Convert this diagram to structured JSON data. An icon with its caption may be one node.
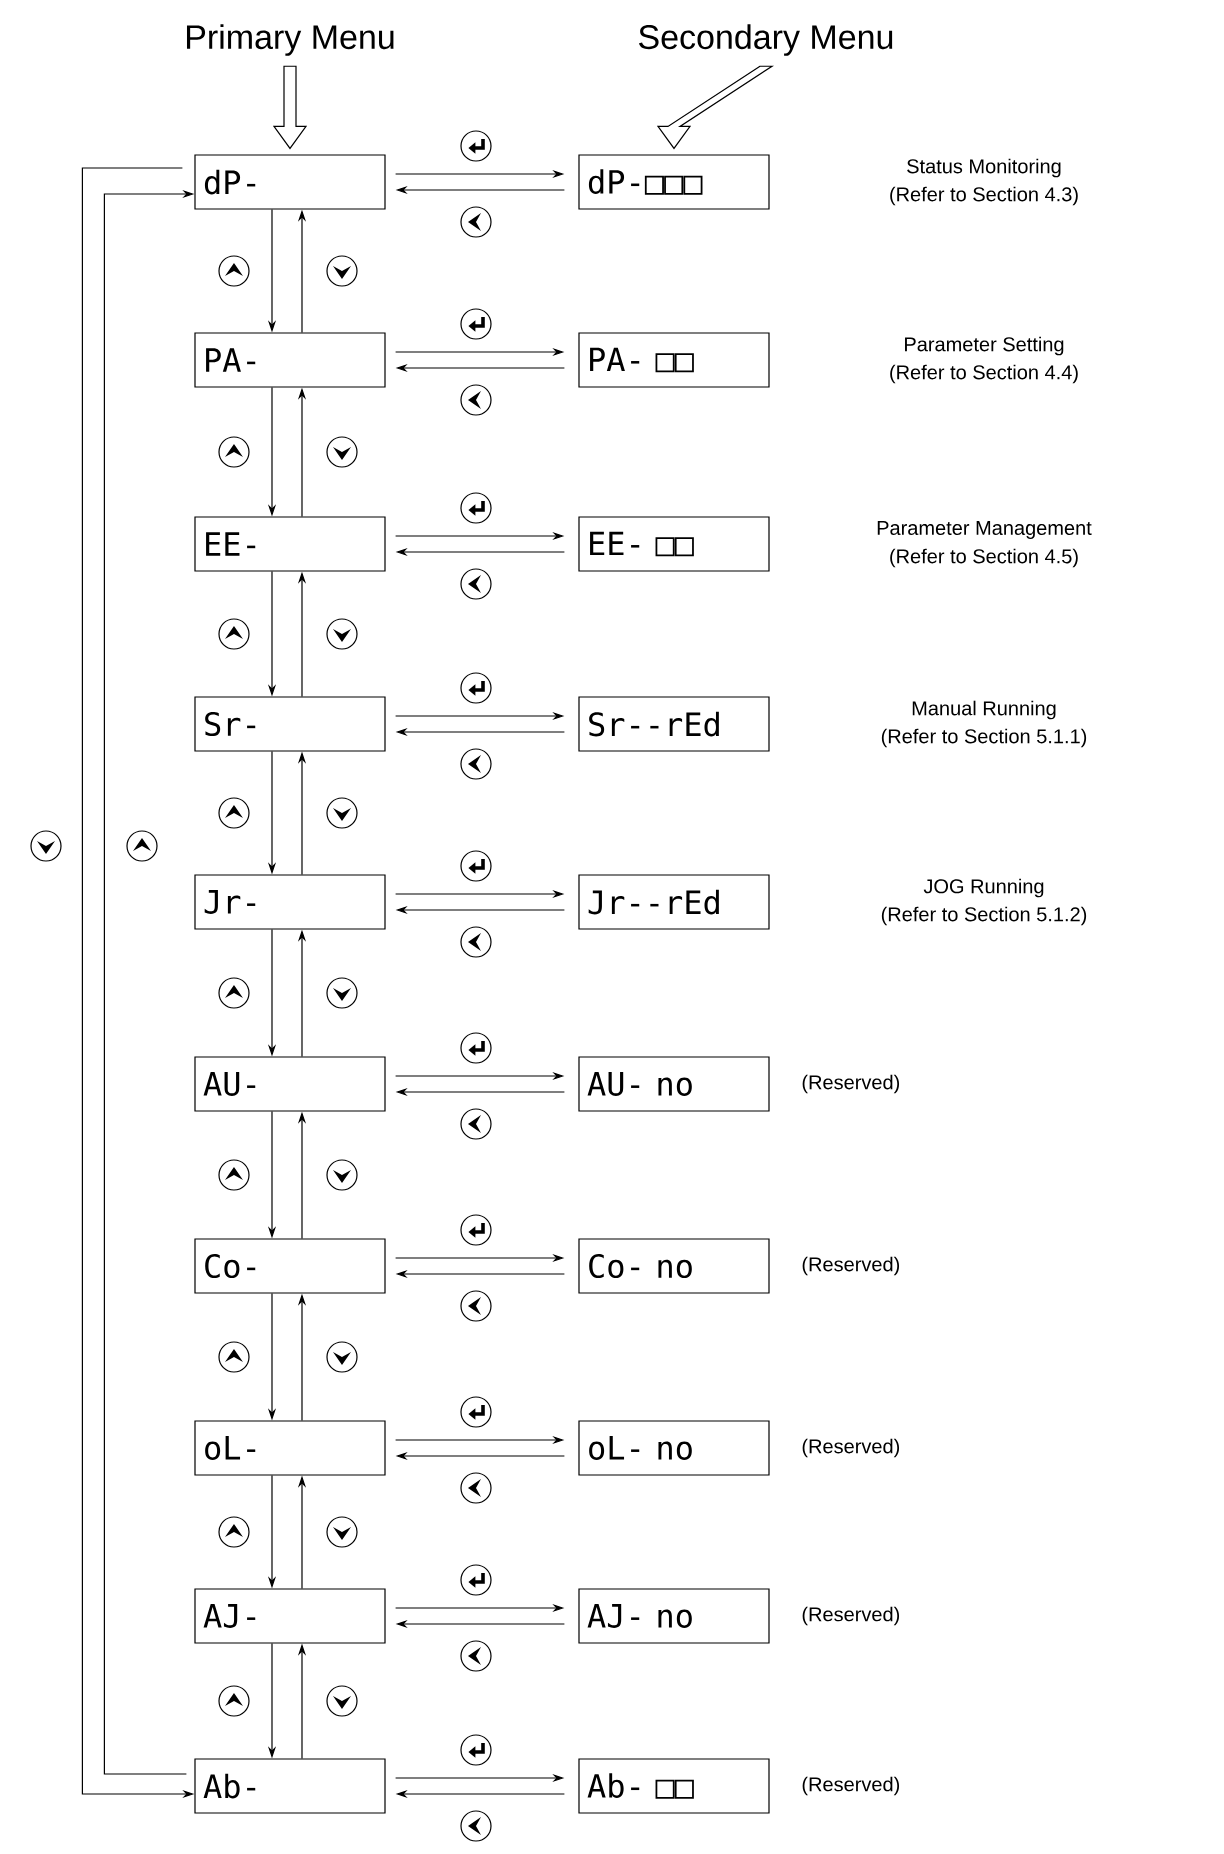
{
  "diagram": {
    "nodes": [
      {
        "text": [
          "Primary Menu"
        ]
      },
      {
        "text": [
          "Secondary Menu"
        ]
      },
      {
        "text": [
          "dP-"
        ]
      },
      {
        "text": [
          "PA-"
        ]
      },
      {
        "text": [
          "EE-"
        ]
      },
      {
        "text": [
          "Sr-"
        ]
      },
      {
        "text": [
          "Jr-"
        ]
      },
      {
        "text": [
          "AU-"
        ]
      },
      {
        "text": [
          "Co-"
        ]
      },
      {
        "text": [
          "oL-"
        ]
      },
      {
        "text": [
          "AJ-"
        ]
      },
      {
        "text": [
          "Ab-"
        ]
      },
      {
        "text": [
          "dP-□□□"
        ],
        "beside": [
          "Status Monitoring",
          "(Refer to Section 4.3)"
        ]
      },
      {
        "text": [
          "PA- □□"
        ],
        "beside": [
          "Parameter Setting",
          "(Refer to Section 4.4)"
        ]
      },
      {
        "text": [
          "EE- □□"
        ],
        "beside": [
          "Parameter Management",
          "(Refer to Section 4.5)"
        ]
      },
      {
        "text": [
          "Sr--rEd"
        ],
        "beside": [
          "Manual Running",
          "(Refer to Section 5.1.1)"
        ]
      },
      {
        "text": [
          "Jr--rEd"
        ],
        "beside": [
          "JOG Running",
          "(Refer to Section 5.1.2)"
        ]
      },
      {
        "text": [
          "AU- no"
        ],
        "beside": [
          "(Reserved)"
        ]
      },
      {
        "text": [
          "Co- no"
        ],
        "beside": [
          "(Reserved)"
        ]
      },
      {
        "text": [
          "oL- no"
        ],
        "beside": [
          "(Reserved)"
        ]
      },
      {
        "text": [
          "AJ- no"
        ],
        "beside": [
          "(Reserved)"
        ]
      },
      {
        "text": [
          "Ab- □□"
        ],
        "beside": [
          "(Reserved)"
        ]
      }
    ],
    "edges": [
      {
        "from": 0,
        "to": 2,
        "arrow": "to",
        "style": "thick"
      },
      {
        "from": 1,
        "to": 12,
        "arrow": "to",
        "style": "thick"
      },
      {
        "from": 2,
        "to": 12,
        "arrow": "to"
      },
      {
        "from": 12,
        "to": 2,
        "arrow": "to"
      },
      {
        "from": 3,
        "to": 13,
        "arrow": "to"
      },
      {
        "from": 13,
        "to": 3,
        "arrow": "to"
      },
      {
        "from": 4,
        "to": 14,
        "arrow": "to"
      },
      {
        "from": 14,
        "to": 4,
        "arrow": "to"
      },
      {
        "from": 5,
        "to": 15,
        "arrow": "to"
      },
      {
        "from": 15,
        "to": 5,
        "arrow": "to"
      },
      {
        "from": 6,
        "to": 16,
        "arrow": "to"
      },
      {
        "from": 16,
        "to": 6,
        "arrow": "to"
      },
      {
        "from": 7,
        "to": 17,
        "arrow": "to"
      },
      {
        "from": 17,
        "to": 7,
        "arrow": "to"
      },
      {
        "from": 8,
        "to": 18,
        "arrow": "to"
      },
      {
        "from": 18,
        "to": 8,
        "arrow": "to"
      },
      {
        "from": 9,
        "to": 19,
        "arrow": "to"
      },
      {
        "from": 19,
        "to": 9,
        "arrow": "to"
      },
      {
        "from": 10,
        "to": 20,
        "arrow": "to"
      },
      {
        "from": 20,
        "to": 10,
        "arrow": "to"
      },
      {
        "from": 11,
        "to": 21,
        "arrow": "to"
      },
      {
        "from": 21,
        "to": 11,
        "arrow": "to"
      },
      {
        "from": 2,
        "to": 3,
        "arrow": "to"
      },
      {
        "from": 3,
        "to": 2,
        "arrow": "to"
      },
      {
        "from": 3,
        "to": 4,
        "arrow": "to"
      },
      {
        "from": 4,
        "to": 3,
        "arrow": "to"
      },
      {
        "from": 4,
        "to": 5,
        "arrow": "to"
      },
      {
        "from": 5,
        "to": 4,
        "arrow": "to"
      },
      {
        "from": 5,
        "to": 6,
        "arrow": "to"
      },
      {
        "from": 6,
        "to": 5,
        "arrow": "to"
      },
      {
        "from": 6,
        "to": 7,
        "arrow": "to"
      },
      {
        "from": 7,
        "to": 6,
        "arrow": "to"
      },
      {
        "from": 7,
        "to": 8,
        "arrow": "to"
      },
      {
        "from": 8,
        "to": 7,
        "arrow": "to"
      },
      {
        "from": 8,
        "to": 9,
        "arrow": "to"
      },
      {
        "from": 9,
        "to": 8,
        "arrow": "to"
      },
      {
        "from": 9,
        "to": 10,
        "arrow": "to"
      },
      {
        "from": 10,
        "to": 9,
        "arrow": "to"
      },
      {
        "from": 10,
        "to": 11,
        "arrow": "to"
      },
      {
        "from": 11,
        "to": 10,
        "arrow": "to"
      },
      {
        "from": 2,
        "to": 11,
        "arrow": "to"
      },
      {
        "from": 11,
        "to": 2,
        "arrow": "to"
      }
    ]
  }
}
